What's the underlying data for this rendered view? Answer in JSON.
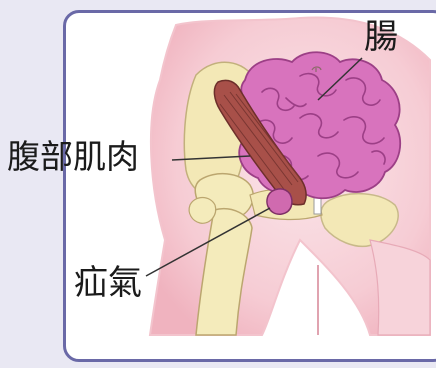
{
  "labels": {
    "intestine": "腸",
    "abdominal_muscle": "腹部肌肉",
    "hernia": "疝氣"
  },
  "colors": {
    "background": "#e9e8f3",
    "panel_border": "#6a69a7",
    "skin": "#f4c7cf",
    "bone": "#f4ebbb",
    "intestine": "#d873bd",
    "muscle": "#a85049"
  }
}
